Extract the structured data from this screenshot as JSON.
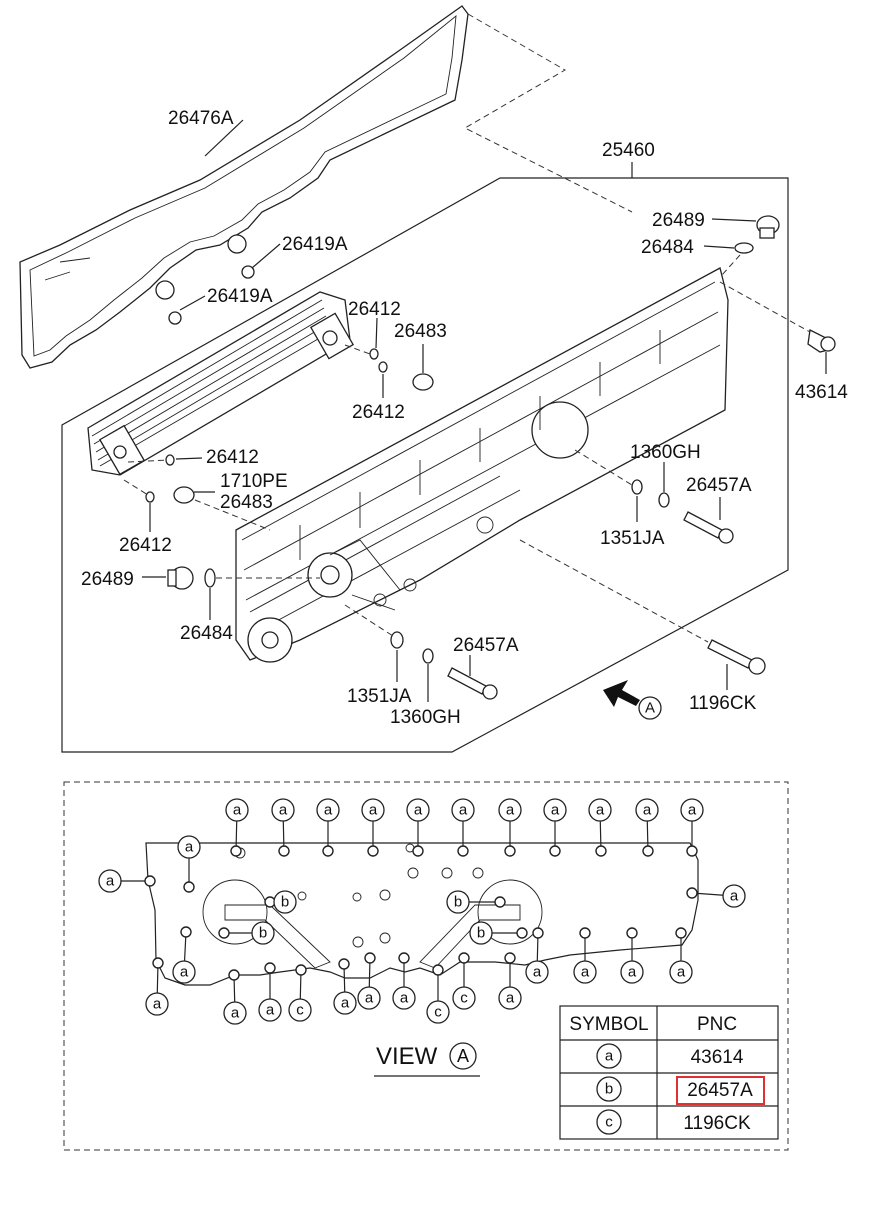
{
  "parts": {
    "p26476a": "26476A",
    "p25460": "25460",
    "p26489_top": "26489",
    "p26484_top": "26484",
    "p26419a_1": "26419A",
    "p26419a_2": "26419A",
    "p26412_1": "26412",
    "p26483_1": "26483",
    "p26412_2": "26412",
    "p43614": "43614",
    "p26412_3": "26412",
    "p1710pe": "1710PE",
    "p26483_2": "26483",
    "p1360gh_1": "1360GH",
    "p26457a_1": "26457A",
    "p26412_4": "26412",
    "p1351ja_1": "1351JA",
    "p26489_left": "26489",
    "p26484_left": "26484",
    "p26457a_2": "26457A",
    "p1351ja_2": "1351JA",
    "p1196ck": "1196CK",
    "p1360gh_2": "1360GH"
  },
  "view_ref": "A",
  "view": {
    "title": "VIEW",
    "ref": "A"
  },
  "symbols": {
    "a": "a",
    "b": "b",
    "c": "c"
  },
  "table": {
    "headers": [
      "SYMBOL",
      "PNC"
    ],
    "rows": [
      {
        "symbol": "a",
        "pnc": "43614",
        "highlight": false
      },
      {
        "symbol": "b",
        "pnc": "26457A",
        "highlight": true
      },
      {
        "symbol": "c",
        "pnc": "1196CK",
        "highlight": false
      }
    ]
  },
  "colors": {
    "highlight": "#e03030",
    "line": "#222222"
  }
}
